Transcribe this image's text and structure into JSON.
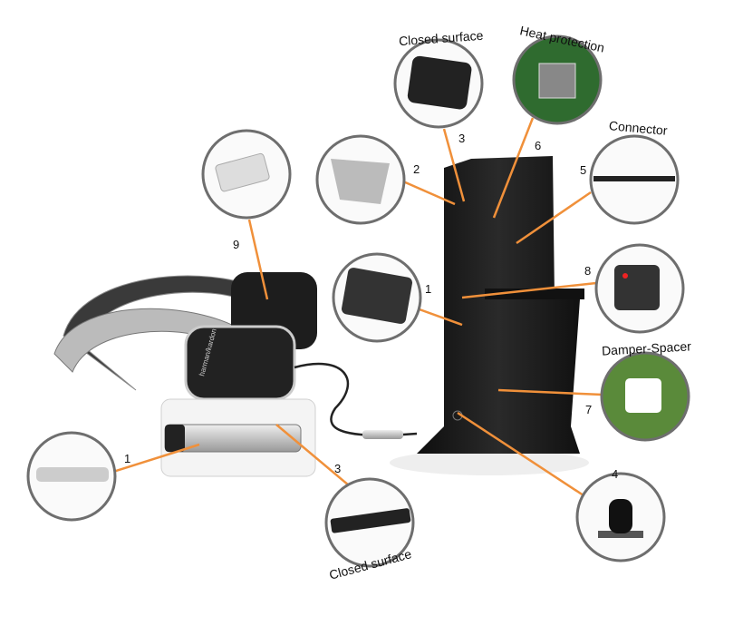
{
  "colors": {
    "leader_line": "#f0903a",
    "circle_border": "#6e6e6e",
    "device": "#1c1c1c"
  },
  "labels": {
    "closed_surface_top": "Closed surface",
    "heat_protection": "Heat protection",
    "connector": "Connector",
    "damper_spacer": "Damper-Spacer",
    "closed_surface_bottom": "Closed surface"
  },
  "numbers": {
    "n3_top": "3",
    "n6": "6",
    "n5": "5",
    "n2": "2",
    "n9": "9",
    "n8": "8",
    "n1_dock": "1",
    "n1_left": "1",
    "n7": "7",
    "n3_bottom": "3",
    "n4": "4"
  },
  "brand_text": "harman/kardon"
}
